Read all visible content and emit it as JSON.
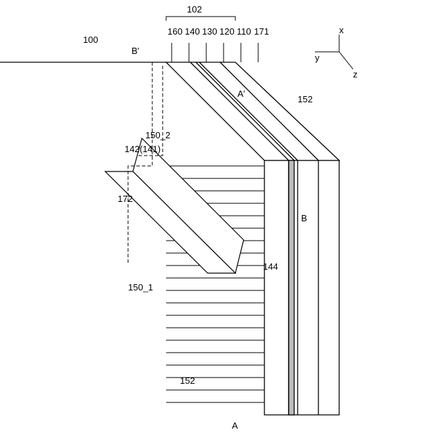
{
  "figure": {
    "ref_main": "100",
    "ref_102": "102",
    "layer_labels_top": [
      "160",
      "140",
      "130",
      "120",
      "110",
      "171"
    ],
    "label_152_top": "152",
    "label_152_bottom": "152",
    "label_150_2": "150_2",
    "label_150_1": "150_1",
    "label_142": "142(141)",
    "label_172": "172",
    "label_144": "144",
    "section_A": "A",
    "section_A_prime": "A'",
    "section_B": "B",
    "section_B_prime": "B'",
    "axis_x": "x",
    "axis_y": "y",
    "axis_z": "z"
  }
}
